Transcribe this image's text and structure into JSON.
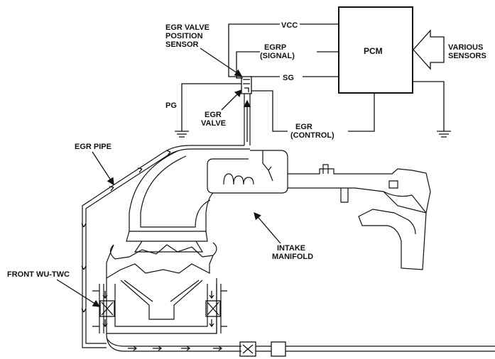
{
  "labels": {
    "vcc": "VCC",
    "egrp": "EGRP",
    "signal": "(SIGNAL)",
    "sg": "SG",
    "pcm": "PCM",
    "various": "VARIOUS",
    "sensors": "SENSORS",
    "egr_valve_pos_1": "EGR VALVE",
    "egr_valve_pos_2": "POSITION",
    "egr_valve_pos_3": "SENSOR",
    "pg": "PG",
    "egr_valve_1": "EGR",
    "egr_valve_2": "VALVE",
    "egr_control_1": "EGR",
    "egr_control_2": "(CONTROL)",
    "egr_pipe": "EGR PIPE",
    "intake_1": "INTAKE",
    "intake_2": "MANIFOLD",
    "front_twc": "FRONT WU-TWC"
  }
}
